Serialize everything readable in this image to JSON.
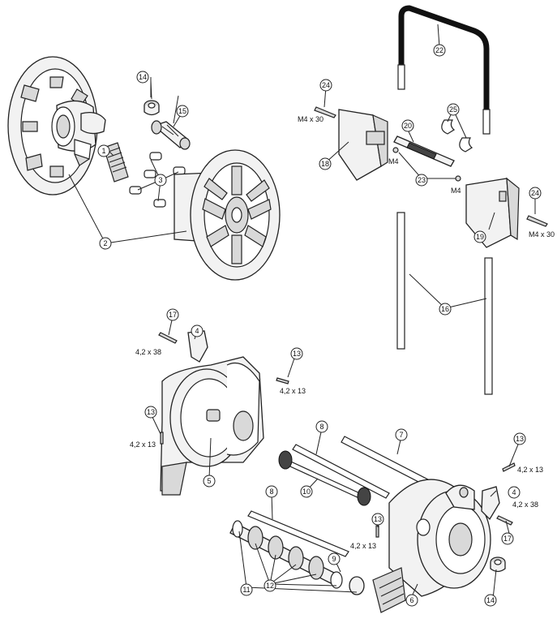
{
  "callouts": [
    {
      "id": "c1",
      "label": "1"
    },
    {
      "id": "c2",
      "label": "2"
    },
    {
      "id": "c3",
      "label": "3"
    },
    {
      "id": "c4a",
      "label": "4"
    },
    {
      "id": "c4b",
      "label": "4"
    },
    {
      "id": "c5",
      "label": "5"
    },
    {
      "id": "c6",
      "label": "6"
    },
    {
      "id": "c7",
      "label": "7"
    },
    {
      "id": "c8a",
      "label": "8"
    },
    {
      "id": "c8b",
      "label": "8"
    },
    {
      "id": "c9",
      "label": "9"
    },
    {
      "id": "c10",
      "label": "10"
    },
    {
      "id": "c11",
      "label": "11"
    },
    {
      "id": "c12",
      "label": "12"
    },
    {
      "id": "c13a",
      "label": "13"
    },
    {
      "id": "c13b",
      "label": "13"
    },
    {
      "id": "c13c",
      "label": "13"
    },
    {
      "id": "c13d",
      "label": "13"
    },
    {
      "id": "c14a",
      "label": "14"
    },
    {
      "id": "c14b",
      "label": "14"
    },
    {
      "id": "c15",
      "label": "15"
    },
    {
      "id": "c16",
      "label": "16"
    },
    {
      "id": "c17a",
      "label": "17"
    },
    {
      "id": "c17b",
      "label": "17"
    },
    {
      "id": "c18",
      "label": "18"
    },
    {
      "id": "c19",
      "label": "19"
    },
    {
      "id": "c20",
      "label": "20"
    },
    {
      "id": "c22",
      "label": "22"
    },
    {
      "id": "c23",
      "label": "23"
    },
    {
      "id": "c24a",
      "label": "24"
    },
    {
      "id": "c24b",
      "label": "24"
    },
    {
      "id": "c25",
      "label": "25"
    }
  ],
  "dimensions": {
    "screw_m4x30_a": "M4 x 30",
    "screw_m4x30_b": "M4 x 30",
    "nut_m4_a": "M4",
    "nut_m4_b": "M4",
    "screw_42x38_a": "4,2 x 38",
    "screw_42x38_b": "4,2 x 38",
    "screw_42x13_a": "4,2 x 13",
    "screw_42x13_b": "4,2 x 13",
    "screw_42x13_c": "4,2 x 13",
    "screw_42x13_d": "4,2 x 13"
  }
}
